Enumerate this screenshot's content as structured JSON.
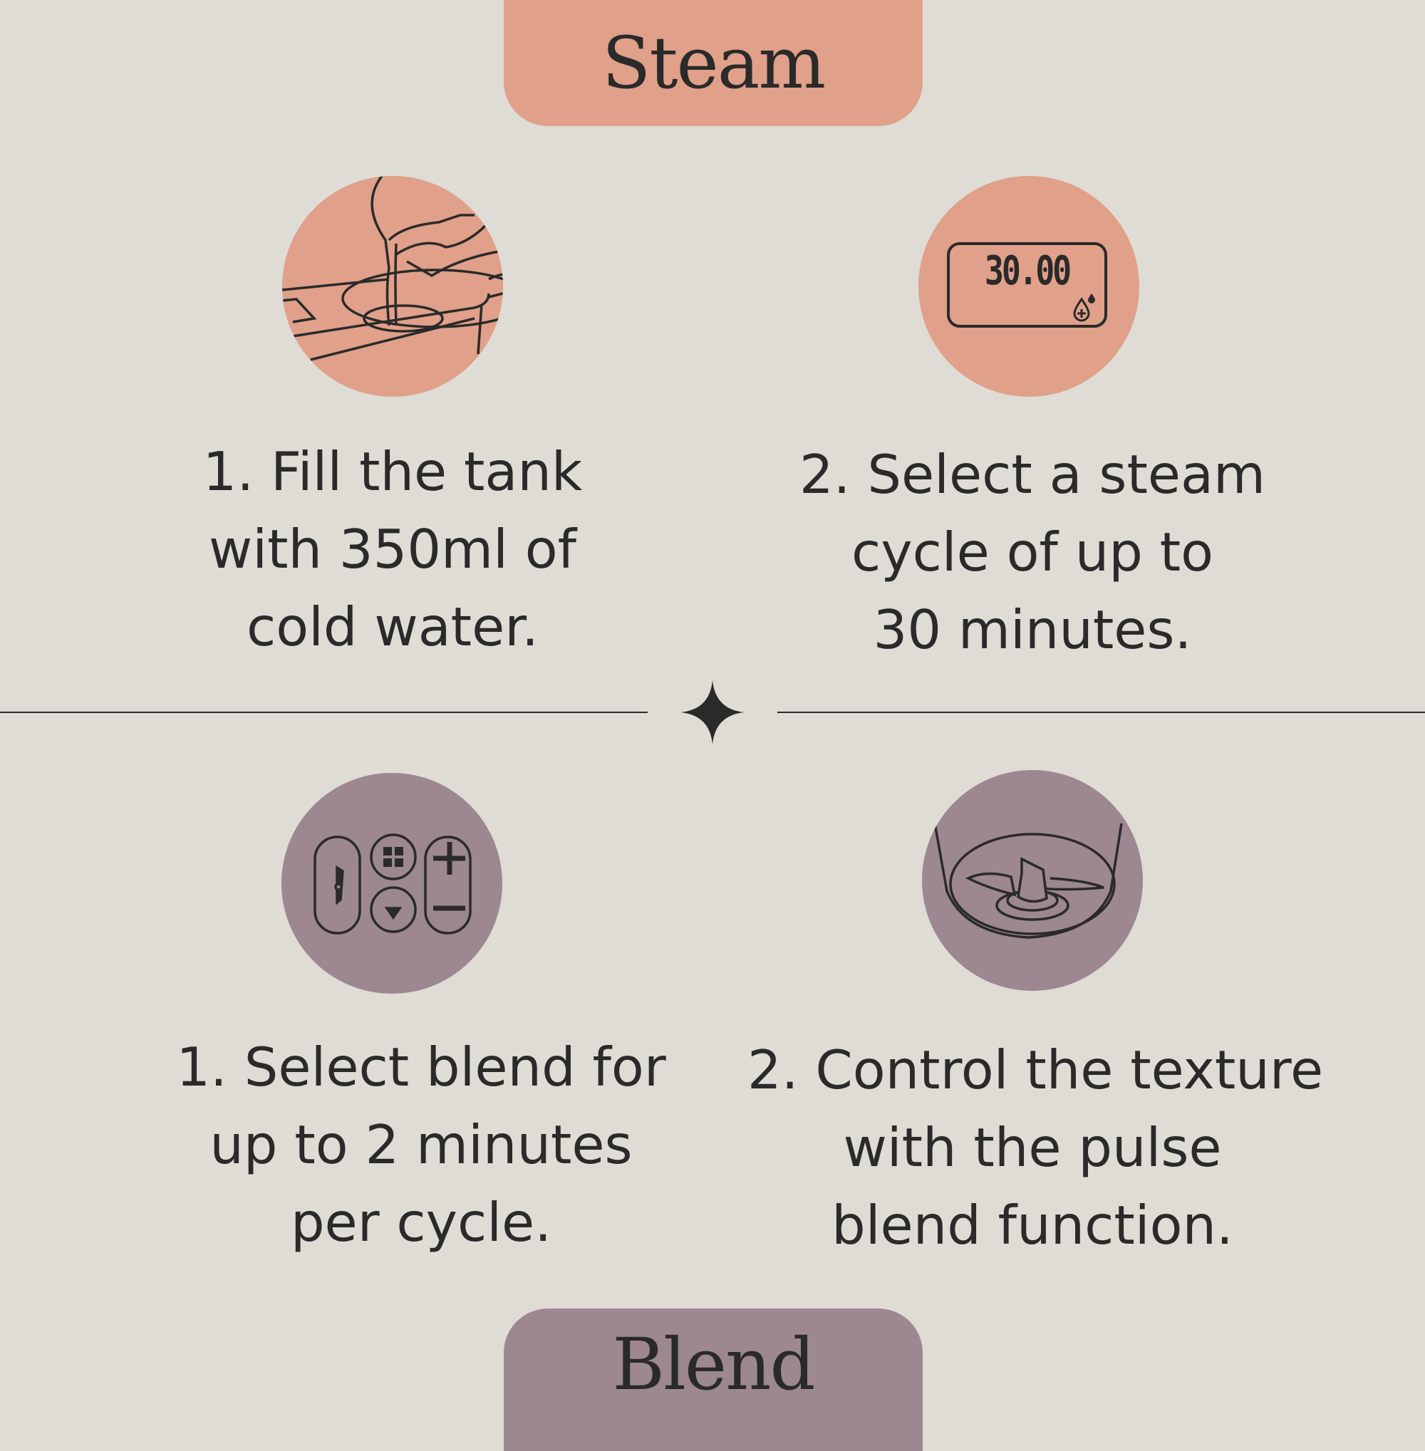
{
  "steam": {
    "title": "Steam",
    "steps": [
      {
        "lines": [
          "1. Fill the tank",
          "with 350ml of",
          "cold water."
        ],
        "icon": "water-pour-icon"
      },
      {
        "lines": [
          "2. Select a steam",
          "cycle of up to",
          "30 minutes."
        ],
        "icon": "timer-display-icon",
        "display_value": "30.00"
      }
    ]
  },
  "blend": {
    "title": "Blend",
    "steps": [
      {
        "lines": [
          "1. Select blend for",
          "up to 2 minutes",
          "per cycle."
        ],
        "icon": "control-panel-icon"
      },
      {
        "lines": [
          "2. Control the texture",
          "with the pulse",
          "blend function."
        ],
        "icon": "blade-icon"
      }
    ]
  },
  "colors": {
    "background": "#dedcd5",
    "steam": "#e0a089",
    "blend": "#9d8791",
    "text": "#2a2a2a"
  }
}
